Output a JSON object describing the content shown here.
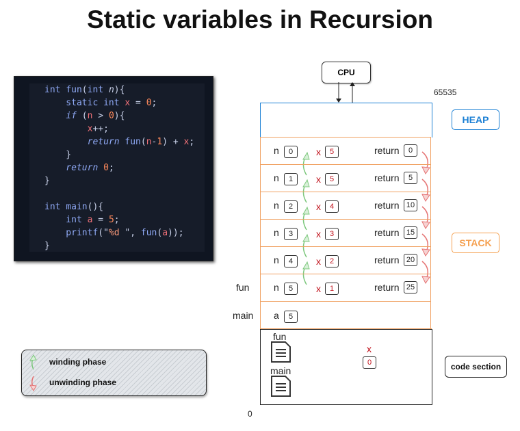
{
  "title": "Static variables in Recursion",
  "code_lines": [
    [
      {
        "t": "int ",
        "c": "kw"
      },
      {
        "t": "fun",
        "c": "kw"
      },
      {
        "t": "(",
        "c": "pl"
      },
      {
        "t": "int ",
        "c": "kw"
      },
      {
        "t": "n",
        "c": "pl it"
      },
      {
        "t": "){",
        "c": "pl"
      }
    ],
    [
      {
        "t": "    static int ",
        "c": "kw"
      },
      {
        "t": "x",
        "c": "var"
      },
      {
        "t": " = ",
        "c": "pl"
      },
      {
        "t": "0",
        "c": "num"
      },
      {
        "t": ";",
        "c": "pl"
      }
    ],
    [
      {
        "t": "    if",
        "c": "kw it"
      },
      {
        "t": " (",
        "c": "pl"
      },
      {
        "t": "n",
        "c": "var"
      },
      {
        "t": " > ",
        "c": "pl"
      },
      {
        "t": "0",
        "c": "num"
      },
      {
        "t": "){",
        "c": "pl"
      }
    ],
    [
      {
        "t": "        x",
        "c": "var"
      },
      {
        "t": "++;",
        "c": "pl"
      }
    ],
    [
      {
        "t": "        return ",
        "c": "kw it"
      },
      {
        "t": "fun",
        "c": "kw"
      },
      {
        "t": "(",
        "c": "pl"
      },
      {
        "t": "n",
        "c": "var"
      },
      {
        "t": "-",
        "c": "pl"
      },
      {
        "t": "1",
        "c": "num"
      },
      {
        "t": ") + ",
        "c": "pl"
      },
      {
        "t": "x",
        "c": "var"
      },
      {
        "t": ";",
        "c": "pl"
      }
    ],
    [
      {
        "t": "    }",
        "c": "pl"
      }
    ],
    [
      {
        "t": "    return ",
        "c": "kw it"
      },
      {
        "t": "0",
        "c": "num"
      },
      {
        "t": ";",
        "c": "pl"
      }
    ],
    [
      {
        "t": "}",
        "c": "pl"
      }
    ],
    [],
    [
      {
        "t": "int ",
        "c": "kw"
      },
      {
        "t": "main",
        "c": "kw"
      },
      {
        "t": "(){",
        "c": "pl"
      }
    ],
    [
      {
        "t": "    int ",
        "c": "kw"
      },
      {
        "t": "a",
        "c": "var"
      },
      {
        "t": " = ",
        "c": "pl"
      },
      {
        "t": "5",
        "c": "num"
      },
      {
        "t": ";",
        "c": "pl"
      }
    ],
    [
      {
        "t": "    printf",
        "c": "kw"
      },
      {
        "t": "(\"",
        "c": "pl"
      },
      {
        "t": "%d ",
        "c": "str"
      },
      {
        "t": "\", ",
        "c": "pl"
      },
      {
        "t": "fun",
        "c": "kw"
      },
      {
        "t": "(",
        "c": "pl"
      },
      {
        "t": "a",
        "c": "var"
      },
      {
        "t": "));",
        "c": "pl"
      }
    ],
    [
      {
        "t": "}",
        "c": "pl"
      }
    ]
  ],
  "cpu": {
    "label": "CPU"
  },
  "memory": {
    "top_address": "65535",
    "bottom_address": "0",
    "heap_label": "HEAP",
    "stack_label": "STACK",
    "code_label": "code section"
  },
  "frames": [
    {
      "n": "0",
      "x": "5",
      "ret": "0"
    },
    {
      "n": "1",
      "x": "5",
      "ret": "5"
    },
    {
      "n": "2",
      "x": "4",
      "ret": "10"
    },
    {
      "n": "3",
      "x": "3",
      "ret": "15"
    },
    {
      "n": "4",
      "x": "2",
      "ret": "20"
    },
    {
      "n": "5",
      "x": "1",
      "ret": "25"
    }
  ],
  "labels": {
    "n": "n",
    "x": "x",
    "return": "return",
    "a": "a",
    "fun": "fun",
    "main": "main"
  },
  "main_frame": {
    "a": "5"
  },
  "code_section": {
    "fun_label": "fun",
    "main_label": "main",
    "x_label": "x",
    "x_value": "0"
  },
  "legend": {
    "winding": "winding phase",
    "unwinding": "unwinding phase"
  },
  "colors": {
    "winding": "#7ec87e",
    "unwinding": "#e57373",
    "heap": "#1a7fd4",
    "stack": "#f0a060"
  }
}
